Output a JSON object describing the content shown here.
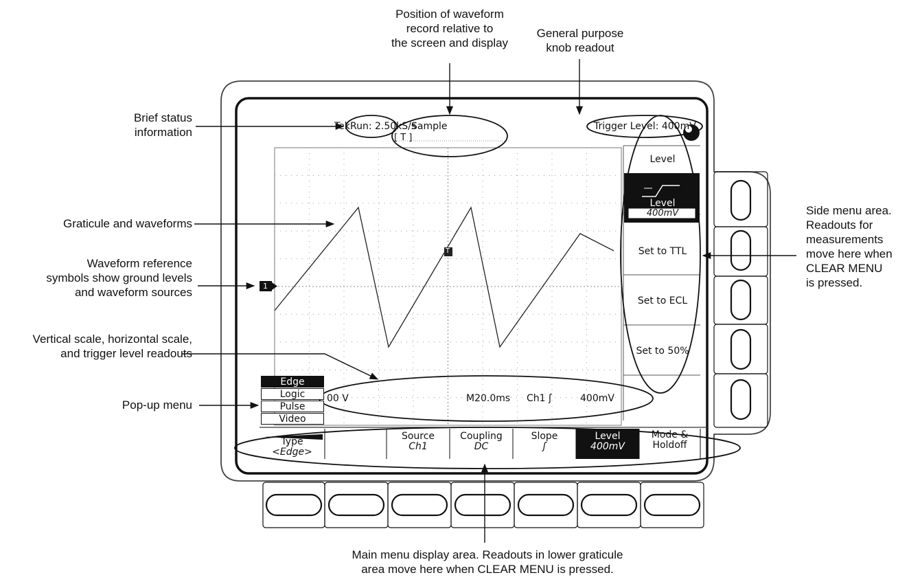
{
  "callouts": {
    "brief_status": [
      "Brief status",
      "information"
    ],
    "position": [
      "Position of waveform",
      "record relative to",
      "the screen and display"
    ],
    "knob": [
      "General purpose",
      "knob readout"
    ],
    "graticule": "Graticule and waveforms",
    "reference": [
      "Waveform reference",
      "symbols show ground levels",
      "and waveform sources"
    ],
    "scales": [
      "Vertical scale, horizontal scale,",
      "and trigger level readouts"
    ],
    "popup": "Pop-up menu",
    "side_menu": [
      "Side menu area.",
      "Readouts for",
      "measurements",
      "move here when",
      "CLEAR MENU",
      "is pressed."
    ],
    "main_menu": [
      "Main menu display area. Readouts in lower graticule",
      "area move here when CLEAR MENU is pressed."
    ]
  },
  "screen": {
    "status_prefix": "Tek",
    "status": "Run: 2.50kS/s",
    "acq_mode": "Sample",
    "record_marks": "[          T          ]",
    "knob_readout": "Trigger Level: 400mV",
    "trigger_marker": "T",
    "ground_marker": "1",
    "readout_volts": "00 V",
    "readout_time": "M20.0ms",
    "readout_trigger": "Ch1 ʃ",
    "readout_level": "400mV"
  },
  "popup_menu": [
    "Edge",
    "Logic",
    "Pulse",
    "Video"
  ],
  "main_menu": [
    {
      "label": "Type",
      "value": "<Edge>"
    },
    {
      "label": "Source",
      "value": "Ch1"
    },
    {
      "label": "Coupling",
      "value": "DC"
    },
    {
      "label": "Slope",
      "value": "ʃ"
    },
    {
      "label": "Level",
      "value": "400mV"
    },
    {
      "label": "Mode &",
      "value": "Holdoff"
    }
  ],
  "side_menu": {
    "title": "Level",
    "level_label": "Level",
    "level_value": "400mV",
    "items": [
      "Set to TTL",
      "Set to ECL",
      "Set to 50%"
    ]
  }
}
